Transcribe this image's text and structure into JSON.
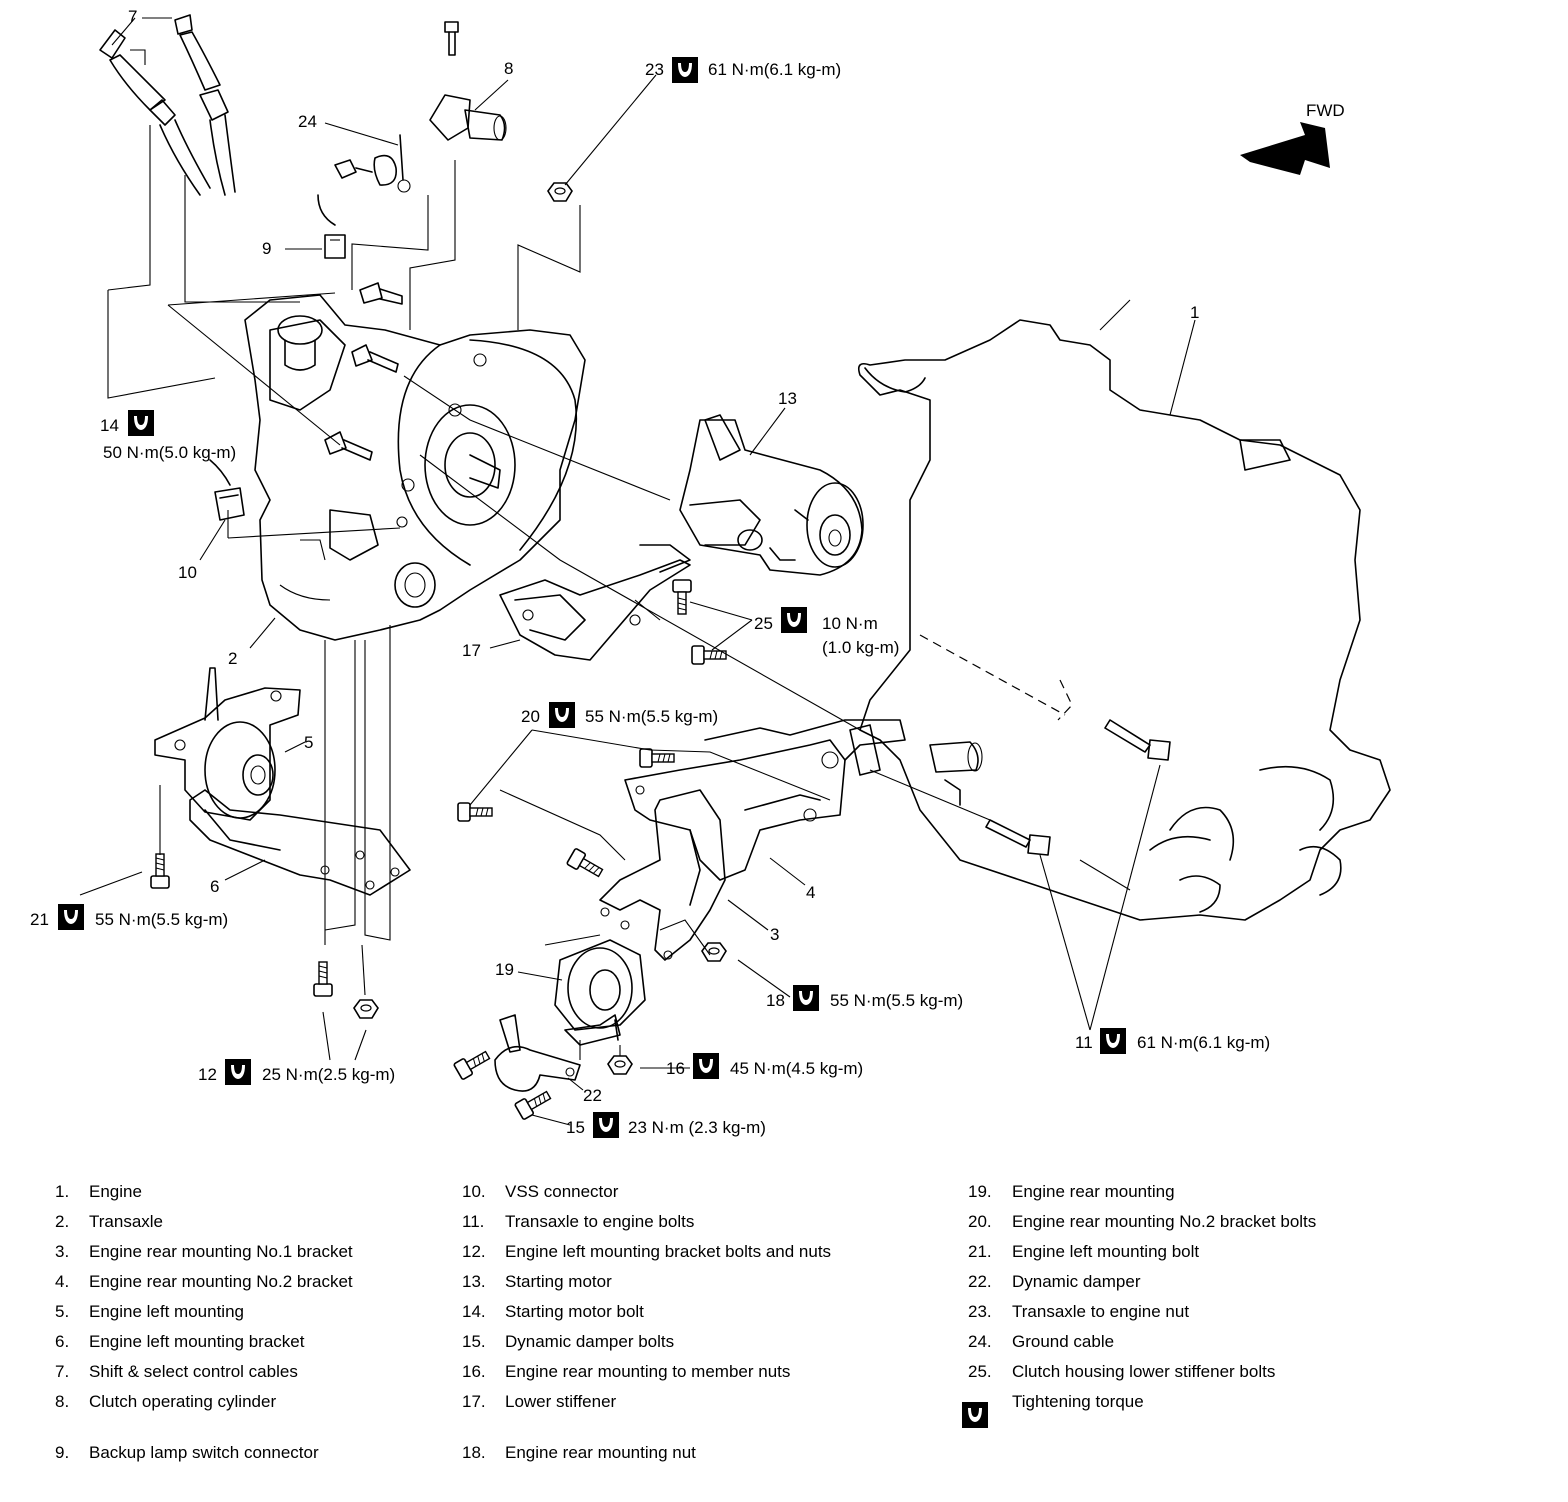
{
  "fwd_label": "FWD",
  "callouts": [
    {
      "id": "c7",
      "text": "7"
    },
    {
      "id": "c8",
      "text": "8"
    },
    {
      "id": "c24",
      "text": "24"
    },
    {
      "id": "c9",
      "text": "9"
    },
    {
      "id": "c1",
      "text": "1"
    },
    {
      "id": "c13",
      "text": "13"
    },
    {
      "id": "c14",
      "text": "14"
    },
    {
      "id": "c10",
      "text": "10"
    },
    {
      "id": "c2",
      "text": "2"
    },
    {
      "id": "c17",
      "text": "17"
    },
    {
      "id": "c25",
      "text": "25"
    },
    {
      "id": "c5",
      "text": "5"
    },
    {
      "id": "c20",
      "text": "20"
    },
    {
      "id": "c6",
      "text": "6"
    },
    {
      "id": "c21",
      "text": "21"
    },
    {
      "id": "c4",
      "text": "4"
    },
    {
      "id": "c3",
      "text": "3"
    },
    {
      "id": "c19",
      "text": "19"
    },
    {
      "id": "c18",
      "text": "18"
    },
    {
      "id": "c11",
      "text": "11"
    },
    {
      "id": "c12",
      "text": "12"
    },
    {
      "id": "c16",
      "text": "16"
    },
    {
      "id": "c22",
      "text": "22"
    },
    {
      "id": "c15",
      "text": "15"
    },
    {
      "id": "c23",
      "text": "23"
    }
  ],
  "torques": [
    {
      "id": "t23",
      "text": "61 N·m(6.1 kg-m)"
    },
    {
      "id": "t14",
      "text": "50 N·m(5.0 kg-m)"
    },
    {
      "id": "t25a",
      "text": "10 N·m"
    },
    {
      "id": "t25b",
      "text": "(1.0 kg-m)"
    },
    {
      "id": "t20",
      "text": "55 N·m(5.5 kg-m)"
    },
    {
      "id": "t21",
      "text": "55 N·m(5.5 kg-m)"
    },
    {
      "id": "t18",
      "text": "55 N·m(5.5 kg-m)"
    },
    {
      "id": "t11",
      "text": "61 N·m(6.1 kg-m)"
    },
    {
      "id": "t12",
      "text": "25 N·m(2.5 kg-m)"
    },
    {
      "id": "t16",
      "text": "45 N·m(4.5 kg-m)"
    },
    {
      "id": "t15",
      "text": "23 N·m (2.3 kg-m)"
    }
  ],
  "legend": [
    {
      "num": "1.",
      "text": "Engine"
    },
    {
      "num": "2.",
      "text": "Transaxle"
    },
    {
      "num": "3.",
      "text": "Engine rear mounting No.1 bracket"
    },
    {
      "num": "4.",
      "text": "Engine rear mounting No.2 bracket"
    },
    {
      "num": "5.",
      "text": "Engine left mounting"
    },
    {
      "num": "6.",
      "text": "Engine left mounting bracket"
    },
    {
      "num": "7.",
      "text": "Shift & select control cables"
    },
    {
      "num": "8.",
      "text": "Clutch operating cylinder"
    },
    {
      "num": "9.",
      "text": "Backup lamp switch connector"
    },
    {
      "num": "10.",
      "text": "VSS connector"
    },
    {
      "num": "11.",
      "text": "Transaxle to engine bolts"
    },
    {
      "num": "12.",
      "text": "Engine left mounting bracket bolts and nuts"
    },
    {
      "num": "13.",
      "text": "Starting motor"
    },
    {
      "num": "14.",
      "text": "Starting motor bolt"
    },
    {
      "num": "15.",
      "text": "Dynamic damper bolts"
    },
    {
      "num": "16.",
      "text": "Engine rear mounting to member nuts"
    },
    {
      "num": "17.",
      "text": "Lower stiffener"
    },
    {
      "num": "18.",
      "text": "Engine rear mounting nut"
    },
    {
      "num": "19.",
      "text": "Engine rear mounting"
    },
    {
      "num": "20.",
      "text": "Engine rear mounting No.2 bracket bolts"
    },
    {
      "num": "21.",
      "text": "Engine left mounting bolt"
    },
    {
      "num": "22.",
      "text": "Dynamic damper"
    },
    {
      "num": "23.",
      "text": "Transaxle to engine nut"
    },
    {
      "num": "24.",
      "text": "Ground cable"
    },
    {
      "num": "25.",
      "text": "Clutch housing lower stiffener bolts"
    },
    {
      "num": "",
      "text": "Tightening torque",
      "icon": "torque-wrench-icon"
    }
  ]
}
